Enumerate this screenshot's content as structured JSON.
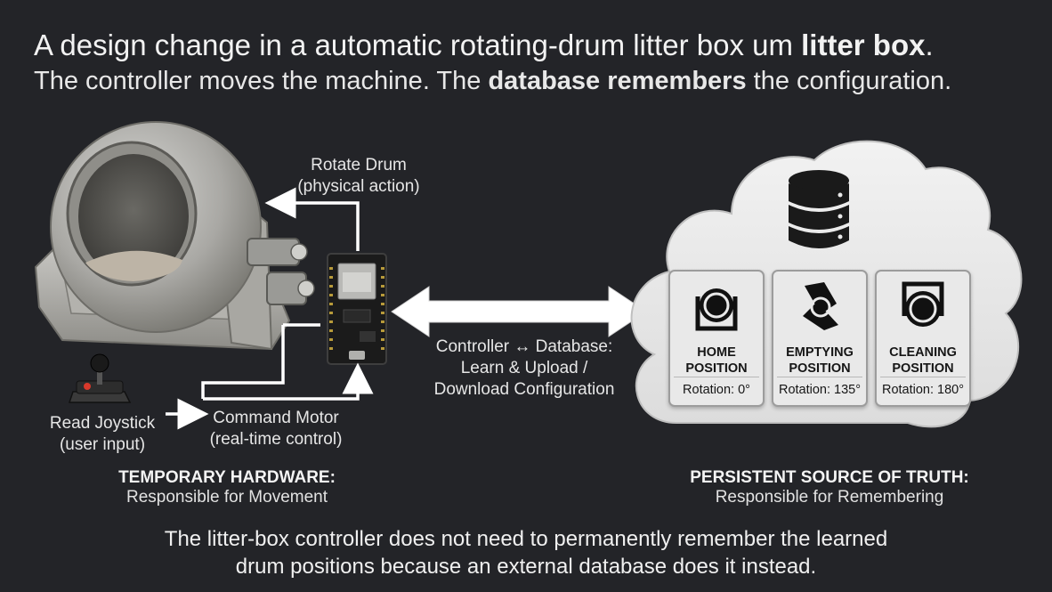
{
  "title": {
    "line1_pre": "A design change in a automatic rotating-drum litter box um ",
    "line1_bold": "litter box",
    "line1_post": ".",
    "line2_pre": "The controller moves the machine.  The ",
    "line2_bold": "database remembers",
    "line2_post": " the configuration."
  },
  "labels": {
    "rotate_drum": "Rotate Drum",
    "rotate_drum_sub": "(physical action)",
    "read_joystick": "Read Joystick",
    "read_joystick_sub": "(user input)",
    "command_motor": "Command Motor",
    "command_motor_sub": "(real-time control)",
    "link_line1": "Controller ↔ Database:",
    "link_line2": "Learn & Upload /",
    "link_line3": "Download Configuration"
  },
  "sections": {
    "hardware_head": "TEMPORARY HARDWARE:",
    "hardware_sub": "Responsible for Movement",
    "truth_head": "PERSISTENT SOURCE OF TRUTH:",
    "truth_sub": "Responsible for Remembering"
  },
  "cards": [
    {
      "line1": "HOME",
      "line2": "POSITION",
      "rotation": "Rotation: 0°"
    },
    {
      "line1": "EMPTYING",
      "line2": "POSITION",
      "rotation": "Rotation: 135°"
    },
    {
      "line1": "CLEANING",
      "line2": "POSITION",
      "rotation": "Rotation: 180°"
    }
  ],
  "footer": {
    "line1": "The litter-box controller does not need to permanently remember the learned",
    "line2": "drum positions because an external database does it instead."
  },
  "colors": {
    "background": "#232428",
    "cloud": "#e8e8e8",
    "card": "#e9e9e9",
    "board": "#1b1b1b"
  },
  "icons": [
    "rotating-drum-litter-box",
    "joystick-icon",
    "microcontroller-board",
    "database-icon",
    "cloud-shape"
  ]
}
